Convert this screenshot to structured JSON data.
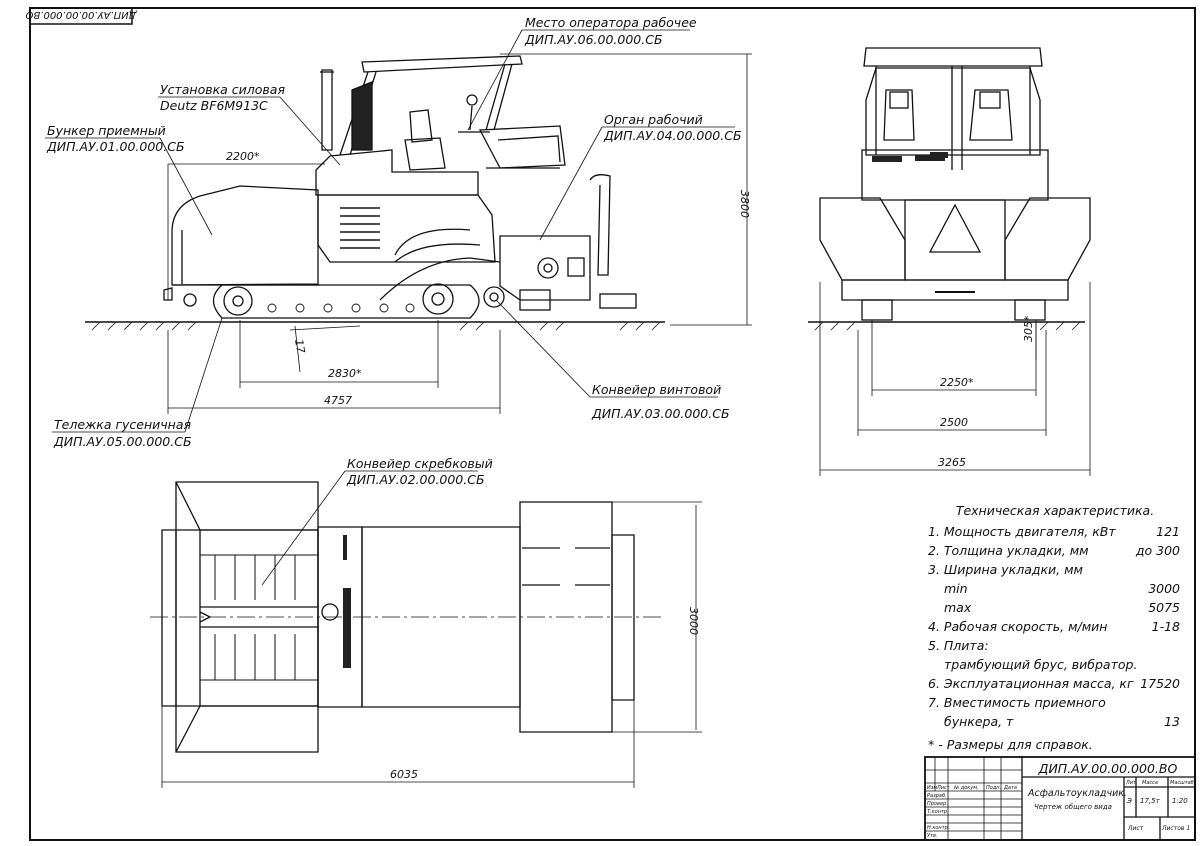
{
  "stamp_code": "ДИП.АУ.00.00.000.ВО",
  "callouts": {
    "operator_place": {
      "title": "Место оператора рабочее",
      "code": "ДИП.АУ.06.00.000.СБ"
    },
    "power_unit": {
      "title": "Установка силовая",
      "code": "Deutz BF6M913C"
    },
    "hopper": {
      "title": "Бункер приемный",
      "code": "ДИП.АУ.01.00.000.СБ"
    },
    "work_organ": {
      "title": "Орган рабочий",
      "code": "ДИП.АУ.04.00.000.СБ"
    },
    "auger": {
      "title": "Конвейер винтовой",
      "code": "ДИП.АУ.03.00.000.СБ"
    },
    "crawler": {
      "title": "Тележка гусеничная",
      "code": "ДИП.АУ.05.00.000.СБ"
    },
    "scraper": {
      "title": "Конвейер скребковый",
      "code": "ДИП.АУ.02.00.000.СБ"
    }
  },
  "dimensions": {
    "d2200": "2200*",
    "d3800": "3800",
    "d2830": "2830*",
    "d4757": "4757",
    "d17": "17",
    "d305": "305*",
    "d2250": "2250*",
    "d2500": "2500",
    "d3265": "3265",
    "d3000": "3000",
    "d6035": "6035"
  },
  "specs": {
    "title": "Техническая характеристика.",
    "rows": [
      {
        "label": "1. Мощность двигателя, кВт",
        "value": "121"
      },
      {
        "label": "2. Толщина укладки, мм",
        "value": "до 300"
      },
      {
        "label": "3. Ширина укладки, мм",
        "value": ""
      },
      {
        "label": "min",
        "value": "3000"
      },
      {
        "label": "max",
        "value": "5075"
      },
      {
        "label": "4. Рабочая скорость, м/мин",
        "value": "1-18"
      },
      {
        "label": "5. Плита:",
        "value": ""
      },
      {
        "label": "трамбующий брус, вибратор.",
        "value": ""
      },
      {
        "label": "6. Эксплуатационная масса, кг",
        "value": "17520"
      },
      {
        "label": "7. Вместимость приемного",
        "value": ""
      },
      {
        "label": "бункера, т",
        "value": "13"
      }
    ]
  },
  "note": "* - Размеры для справок.",
  "title_block": {
    "code": "ДИП.АУ.00.00.000.ВО",
    "name": "Асфальтоукладчик.",
    "subtitle": "Чертеж общего вида",
    "col_lit": "Лит",
    "col_mass": "Масса",
    "col_scale": "Масштаб",
    "mass": "17,5т",
    "scale": "1:20",
    "lit": "Э",
    "sheet": "Лист",
    "sheets": "Листов 1",
    "hdr_change": "Изм",
    "hdr_sheet": "Лист",
    "hdr_doc": "№ докум.",
    "hdr_sign": "Подп.",
    "hdr_date": "Дата",
    "roles": [
      "Разраб.",
      "Провер.",
      "Т.контр.",
      "",
      "Н.контр.",
      "Утв."
    ]
  }
}
